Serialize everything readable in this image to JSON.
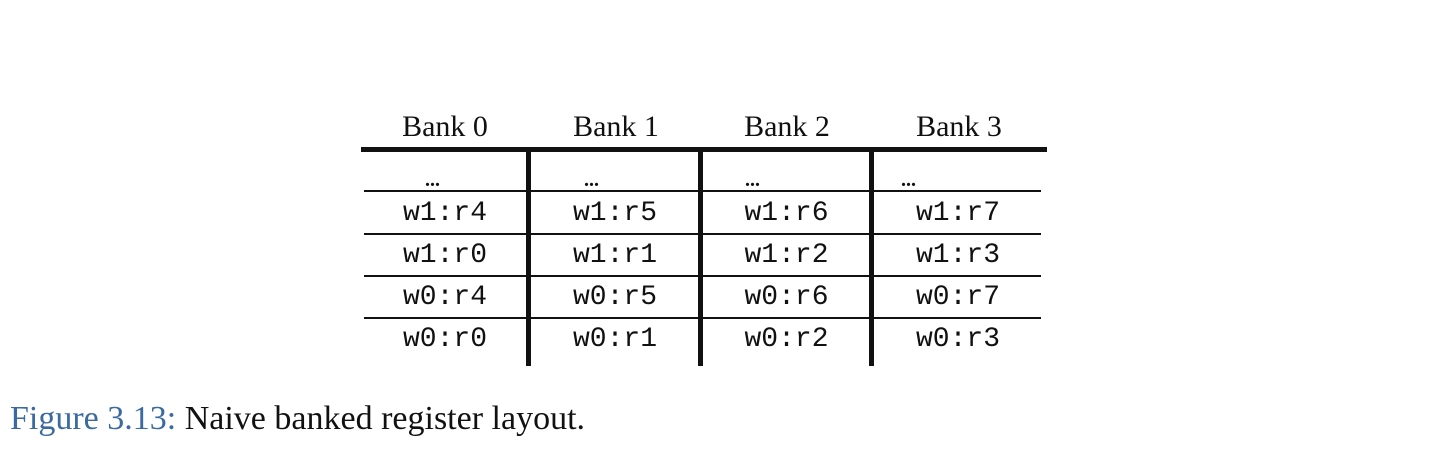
{
  "banks": [
    "Bank 0",
    "Bank 1",
    "Bank 2",
    "Bank 3"
  ],
  "ellipsis": "...",
  "rows": [
    [
      "w1:r4",
      "w1:r5",
      "w1:r6",
      "w1:r7"
    ],
    [
      "w1:r0",
      "w1:r1",
      "w1:r2",
      "w1:r3"
    ],
    [
      "w0:r4",
      "w0:r5",
      "w0:r6",
      "w0:r7"
    ],
    [
      "w0:r0",
      "w0:r1",
      "w0:r2",
      "w0:r3"
    ]
  ],
  "caption": {
    "label": "Figure 3.13:",
    "text": " Naive banked register layout."
  },
  "colors": {
    "caption_label": "#3b6aa0",
    "ink": "#111111"
  }
}
